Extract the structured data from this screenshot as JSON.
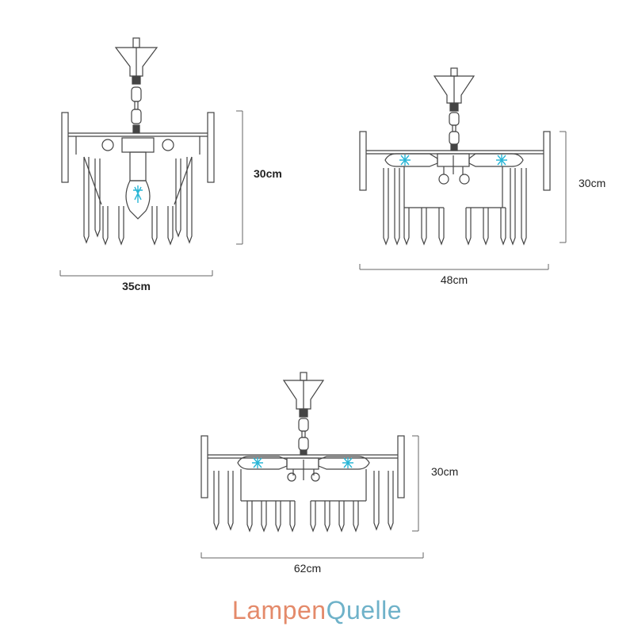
{
  "diagrams": [
    {
      "id": "small",
      "width_label": "35cm",
      "height_label": "30cm",
      "bulbs": 1
    },
    {
      "id": "medium",
      "width_label": "48cm",
      "height_label": "30cm",
      "bulbs": 2
    },
    {
      "id": "large",
      "width_label": "62cm",
      "height_label": "30cm",
      "bulbs": 2
    }
  ],
  "brand": {
    "part1": "Lampen",
    "part2": "Quelle"
  },
  "colors": {
    "line": "#444444",
    "bulb": "#29b6d6",
    "brand_primary": "#e48a6a",
    "brand_secondary": "#6fb2c9"
  }
}
